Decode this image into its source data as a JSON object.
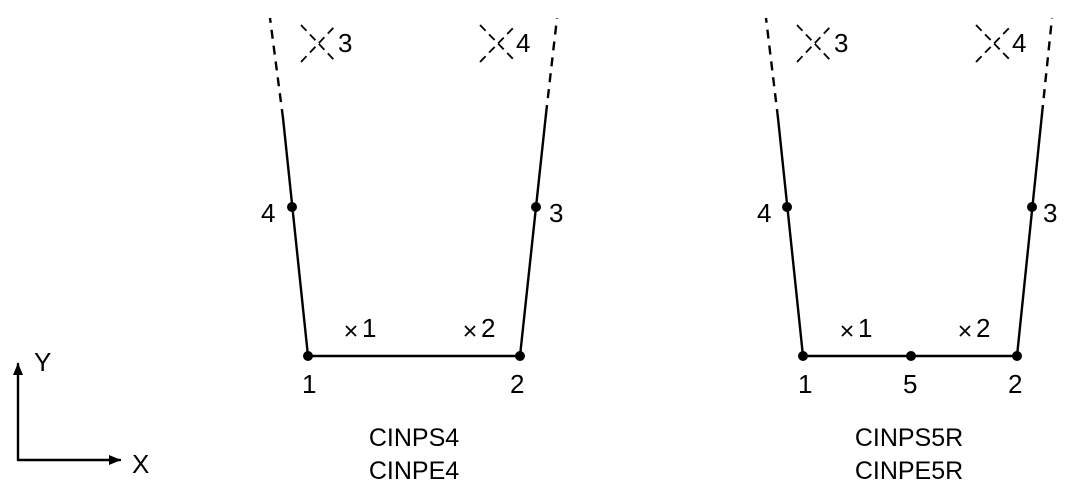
{
  "axes": {
    "y_label": "Y",
    "x_label": "X"
  },
  "elements": [
    {
      "node_labels": [
        "1",
        "2",
        "3",
        "4"
      ],
      "integration_point_labels": [
        "1",
        "2",
        "3",
        "4"
      ],
      "caption_line1": "CINPS4",
      "caption_line2": "CINPE4"
    },
    {
      "node_labels": [
        "1",
        "2",
        "3",
        "4",
        "5"
      ],
      "integration_point_labels": [
        "1",
        "2",
        "3",
        "4"
      ],
      "caption_line1": "CINPS5R",
      "caption_line2": "CINPE5R"
    }
  ]
}
